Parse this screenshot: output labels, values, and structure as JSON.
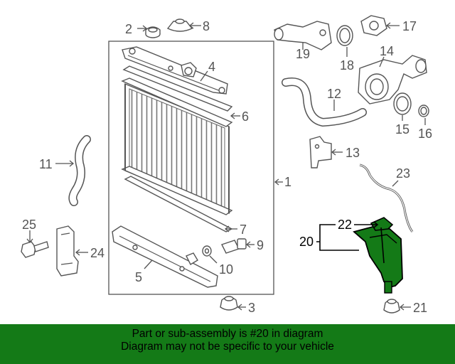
{
  "callouts": {
    "c1": "1",
    "c2": "2",
    "c3": "3",
    "c4": "4",
    "c5": "5",
    "c6": "6",
    "c7": "7",
    "c8": "8",
    "c9": "9",
    "c10": "10",
    "c11": "11",
    "c12": "12",
    "c13": "13",
    "c14": "14",
    "c15": "15",
    "c16": "16",
    "c17": "17",
    "c18": "18",
    "c19": "19",
    "c20": "20",
    "c21": "21",
    "c22": "22",
    "c23": "23",
    "c24": "24",
    "c25": "25"
  },
  "highlight_color": "#147a17",
  "footer": {
    "line1": "Part or sub-assembly is #20 in diagram",
    "line2": "Diagram may not be specific to your vehicle"
  }
}
